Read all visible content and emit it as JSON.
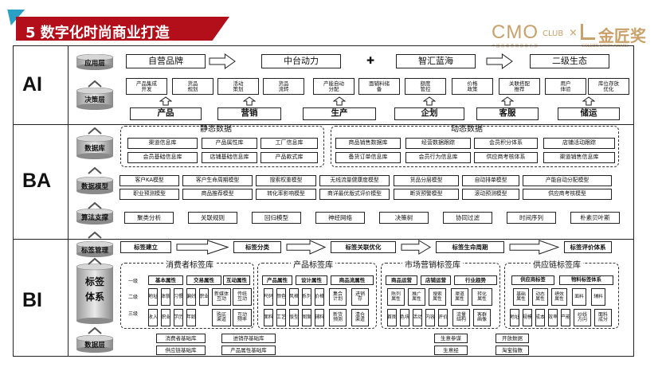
{
  "header": {
    "title": "5  数字化时尚商业打造",
    "brand_left": "CMO",
    "brand_club": "CLUB",
    "brand_x": "×",
    "brand_right": "金匠奖",
    "brand_tag1": "中 国 首 席 营 销 官 俱 乐 部",
    "brand_tag2": "GOLDEN  SMITH AWARD"
  },
  "colors": {
    "title_bg": "#b30f1a",
    "accent": "#2aa0c4",
    "brand": "#c9a06a"
  },
  "tiers": {
    "ai": "AI",
    "ba": "BA",
    "bi": "BI"
  },
  "layers": {
    "app": "应用层",
    "decision": "决策层",
    "db": "数据库",
    "model": "数据模型",
    "algo": "算法支撑",
    "tagmgmt": "标签管理",
    "tagsys": "标签\n体系",
    "datalayer": "数据层"
  },
  "app": {
    "items": [
      "自营品牌",
      "中台动力",
      "智汇蓝海",
      "二级生态"
    ],
    "plus": "✚"
  },
  "decision": {
    "items": [
      "产品集成\n开发",
      "货品\n规划",
      "活动\n策划",
      "货品\n流转",
      "产能自动\n分配",
      "面辅料储\n备",
      "额度\n管控",
      "价格\n政策",
      "关联搭配\n推荐",
      "用户\n体验",
      "库位存放\n优化"
    ],
    "cats": [
      "产品",
      "营销",
      "生产",
      "企划",
      "客服",
      "储运"
    ]
  },
  "db": {
    "static_title": "静态数据",
    "dynamic_title": "动态数据",
    "static": [
      "渠道信息库",
      "产品属性库",
      "工厂信息库",
      "会员基础信息库",
      "店铺基础信息库",
      "产品款式库"
    ],
    "dynamic": [
      "商品销售数据库",
      "经营数据跟踪",
      "会员积分体系",
      "店铺活动跟踪",
      "备货订单信息库",
      "会员行为信息库",
      "供应商考核体系",
      "渠道销售信息库"
    ]
  },
  "models": [
    "客户KA模型",
    "客户生命周期模型",
    "搜索权重模型",
    "无线流量健康度模型",
    "货品分层模型",
    "自动排单模型",
    "产能自动分配模型",
    "职业预测模型",
    "商品推荐模型",
    "转化率影响模型",
    "商详最优版式评价模型",
    "断货预警模型",
    "滚动预测模型",
    "供应商考核模型"
  ],
  "algos": [
    "聚类分析",
    "关联规则",
    "回归模型",
    "神经网络",
    "决策树",
    "协同过滤",
    "时间序列",
    "朴素贝叶斯"
  ],
  "tagmgmt": [
    "标签建立",
    "标签分类",
    "标签关联优化",
    "标签生命周期",
    "标签评价体系"
  ],
  "consumer": {
    "title": "消费者标签库",
    "levels": [
      "一级",
      "二级",
      "三级"
    ],
    "l1": [
      "基本属性",
      "交易属性",
      "互动属性"
    ],
    "l2": [
      "地址",
      "体貌",
      "习惯",
      "偏好",
      "职业",
      "新媒体\n互动",
      "传统\n互动"
    ],
    "l3": [
      "收入",
      "职业",
      "学历",
      "年龄",
      "购买\n渠道",
      "互动\n频率"
    ]
  },
  "product": {
    "title": "产品标签库",
    "l1": [
      "产品属性",
      "设计属性",
      "商品流属性"
    ],
    "l2": [
      "尺码",
      "颜色",
      "风格",
      "系列",
      "价格",
      "集合\n计划",
      "进销\n存"
    ],
    "l3": [
      "面料",
      "工艺",
      "版型",
      "图案",
      "辅料",
      "新货\n预测",
      "清仓\n渠道"
    ]
  },
  "marketing": {
    "title": "市场营销标签库",
    "l1": [
      "商品运营",
      "店铺运营",
      "行业趋势"
    ],
    "l2": [
      "陈列\n属性",
      "推广\n属性",
      "搜索\n属性",
      "渠道\n属性",
      "转化\n属性"
    ],
    "l3": [
      "首图",
      "色块",
      "活动",
      "内容",
      "评价",
      "流量\n结构",
      "客群\n画像"
    ]
  },
  "supply": {
    "title": "供应链标签库",
    "l1": [
      "供应商标签",
      "物料标签体系"
    ],
    "l2": [
      "基础\n属性",
      "动态\n属性",
      "绩效\n属性",
      "面料",
      "辅料"
    ],
    "l3": [
      "地址",
      "规模",
      "成本",
      "效率",
      "产能",
      "纱线\n方向",
      "面料\n成分"
    ]
  },
  "datalayer": {
    "left": [
      "消费者基础库",
      "进销存基础库",
      "供应链基础库",
      "产品属性基础库"
    ],
    "right": [
      "生意参谋",
      "开放数据",
      "生意经",
      "淘宝指数"
    ]
  }
}
